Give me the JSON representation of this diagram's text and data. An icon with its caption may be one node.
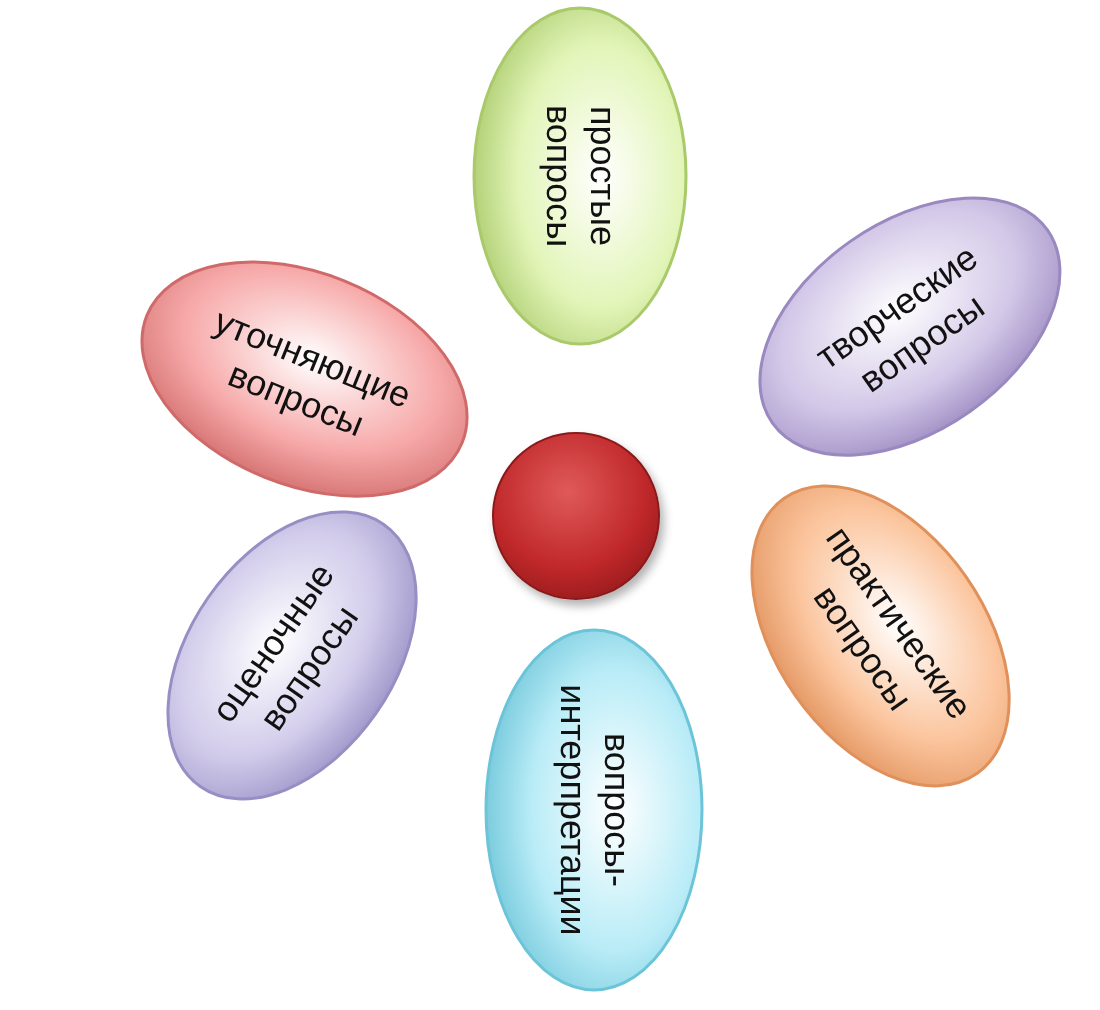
{
  "diagram": {
    "nodes": [
      {
        "text": [
          "простые вопросы"
        ]
      },
      {
        "text": [
          "уточняющие вопросы"
        ]
      },
      {
        "text": [
          "творческие вопросы"
        ]
      },
      {
        "text": [],
        "shape": "circle"
      },
      {
        "text": [
          "оценочные вопросы"
        ]
      },
      {
        "text": [
          "практические вопросы"
        ]
      },
      {
        "text": [
          "вопросы-интерпретации"
        ]
      }
    ]
  }
}
